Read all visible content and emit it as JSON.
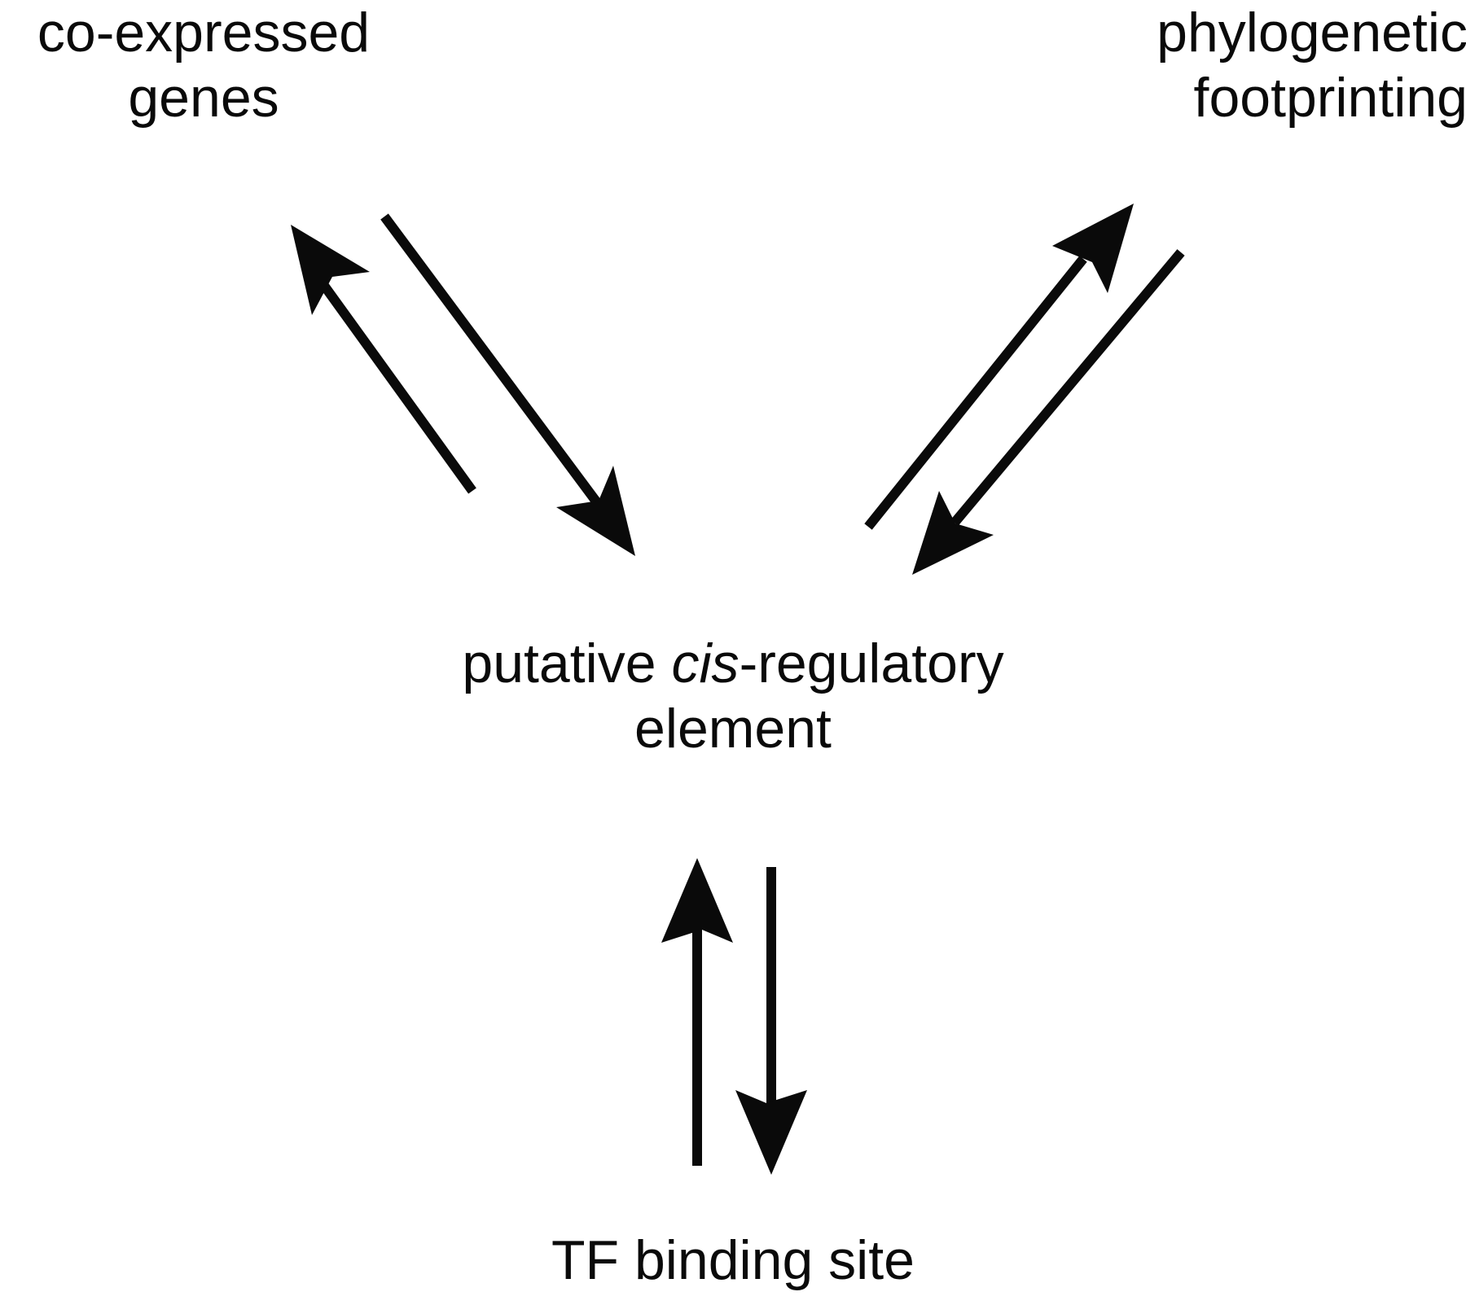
{
  "nodes": {
    "coexpressed": {
      "line1": "co-expressed",
      "line2": "genes"
    },
    "phylogenetic": {
      "line1": "phylogenetic",
      "line2": "footprinting"
    },
    "cre": {
      "prefix": "putative ",
      "italic": "cis",
      "suffix": "-regulatory",
      "line2": "element"
    },
    "tf": {
      "line1": "TF binding site"
    }
  },
  "edges": [
    {
      "from": "cre",
      "to": "coexpressed",
      "direction": "up-left"
    },
    {
      "from": "coexpressed",
      "to": "cre",
      "direction": "down-right"
    },
    {
      "from": "cre",
      "to": "phylogenetic",
      "direction": "up-right"
    },
    {
      "from": "phylogenetic",
      "to": "cre",
      "direction": "down-left"
    },
    {
      "from": "tf",
      "to": "cre",
      "direction": "up"
    },
    {
      "from": "cre",
      "to": "tf",
      "direction": "down"
    }
  ],
  "colors": {
    "ink": "#0a0a0a",
    "background": "#ffffff"
  }
}
